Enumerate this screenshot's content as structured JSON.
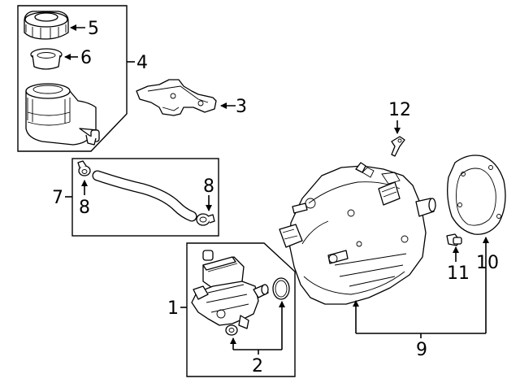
{
  "callouts": {
    "c1": "1",
    "c2": "2",
    "c3": "3",
    "c4": "4",
    "c5": "5",
    "c6": "6",
    "c7": "7",
    "c8a": "8",
    "c8b": "8",
    "c9": "9",
    "c10": "10",
    "c11": "11",
    "c12": "12"
  }
}
